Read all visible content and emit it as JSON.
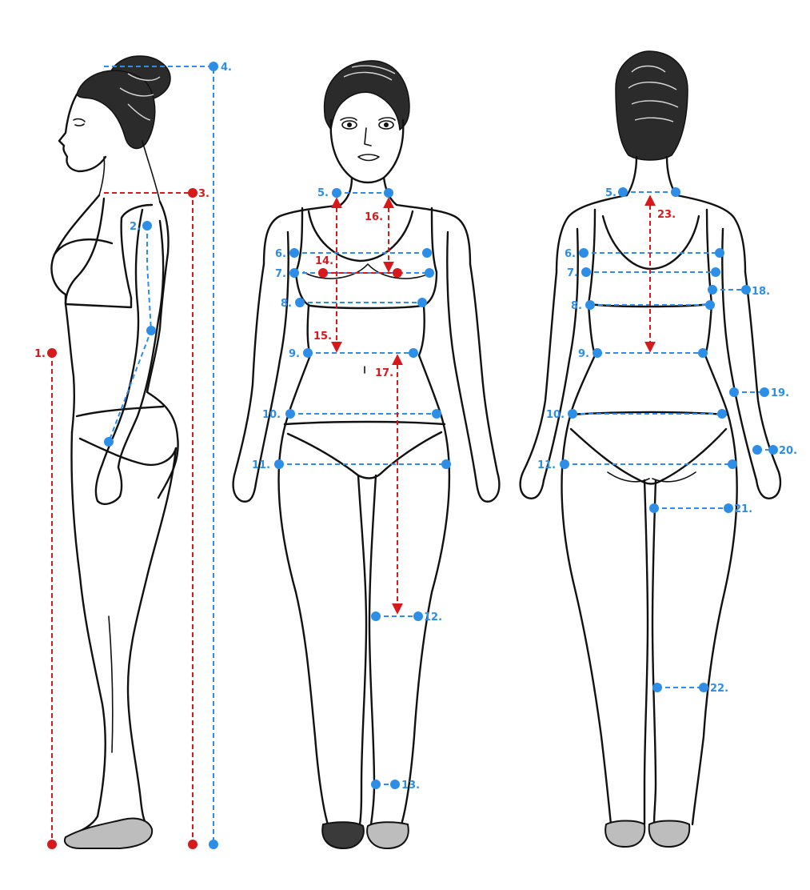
{
  "colors": {
    "blue": "#2d8ee8",
    "red": "#d7191c",
    "outline": "#111111",
    "hair": "#2b2b2b",
    "shoe": "#bdbdbd"
  },
  "views": [
    "side-view",
    "front-view",
    "back-view"
  ],
  "measurements": [
    {
      "id": "m1",
      "label": "1.",
      "color": "red",
      "view": "side"
    },
    {
      "id": "m2",
      "label": "2.",
      "color": "blue",
      "view": "side"
    },
    {
      "id": "m3",
      "label": "3.",
      "color": "red",
      "view": "side"
    },
    {
      "id": "m4",
      "label": "4.",
      "color": "blue",
      "view": "side"
    },
    {
      "id": "m5",
      "label": "5.",
      "color": "blue",
      "view": "front"
    },
    {
      "id": "m6",
      "label": "6.",
      "color": "blue",
      "view": "front"
    },
    {
      "id": "m7",
      "label": "7.",
      "color": "blue",
      "view": "front"
    },
    {
      "id": "m8",
      "label": "8.",
      "color": "blue",
      "view": "front"
    },
    {
      "id": "m9",
      "label": "9.",
      "color": "blue",
      "view": "front"
    },
    {
      "id": "m10",
      "label": "10.",
      "color": "blue",
      "view": "front"
    },
    {
      "id": "m11",
      "label": "11.",
      "color": "blue",
      "view": "front"
    },
    {
      "id": "m12",
      "label": "12.",
      "color": "blue",
      "view": "front"
    },
    {
      "id": "m13",
      "label": "13.",
      "color": "blue",
      "view": "front"
    },
    {
      "id": "m14",
      "label": "14.",
      "color": "red",
      "view": "front"
    },
    {
      "id": "m15",
      "label": "15.",
      "color": "red",
      "view": "front"
    },
    {
      "id": "m16",
      "label": "16.",
      "color": "red",
      "view": "front"
    },
    {
      "id": "m17",
      "label": "17.",
      "color": "red",
      "view": "front"
    },
    {
      "id": "b5",
      "label": "5.",
      "color": "blue",
      "view": "back"
    },
    {
      "id": "b6",
      "label": "6.",
      "color": "blue",
      "view": "back"
    },
    {
      "id": "b7",
      "label": "7.",
      "color": "blue",
      "view": "back"
    },
    {
      "id": "b8",
      "label": "8.",
      "color": "blue",
      "view": "back"
    },
    {
      "id": "b9",
      "label": "9.",
      "color": "blue",
      "view": "back"
    },
    {
      "id": "b10",
      "label": "10.",
      "color": "blue",
      "view": "back"
    },
    {
      "id": "b11",
      "label": "11.",
      "color": "blue",
      "view": "back"
    },
    {
      "id": "m18",
      "label": "18.",
      "color": "blue",
      "view": "back"
    },
    {
      "id": "m19",
      "label": "19.",
      "color": "blue",
      "view": "back"
    },
    {
      "id": "m20",
      "label": "20.",
      "color": "blue",
      "view": "back"
    },
    {
      "id": "m21",
      "label": "21.",
      "color": "blue",
      "view": "back"
    },
    {
      "id": "m22",
      "label": "22.",
      "color": "blue",
      "view": "back"
    },
    {
      "id": "m23",
      "label": "23.",
      "color": "red",
      "view": "back"
    }
  ]
}
